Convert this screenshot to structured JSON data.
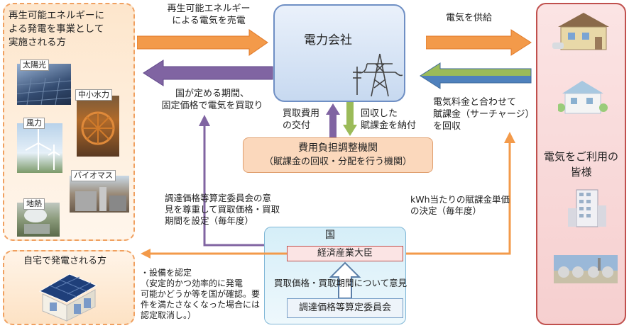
{
  "left_top": {
    "title": [
      "再生可能エネルギーに",
      "よる発電を事業として",
      "実施される方"
    ],
    "photos": {
      "solar": "太陽光",
      "hydro": "中小水力",
      "wind": "風力",
      "biomass": "バイオマス",
      "geothermal": "地熱"
    }
  },
  "left_bottom": {
    "title": "自宅で発電される方"
  },
  "power_company": {
    "title": "電力会社"
  },
  "arrows": {
    "sell_label": [
      "再生可能エネルギー",
      "による電気を売電"
    ],
    "buy_label": [
      "国が定める期間、",
      "固定価格で電気を買取り"
    ],
    "supply_label": "電気を供給",
    "surcharge_label": [
      "電気料金と合わせて",
      "賦課金（サーチャージ）",
      "を回収"
    ],
    "pay_cost_label": [
      "買取費用",
      "の交付"
    ],
    "collect_label": [
      "回収した",
      "賦課金を納付"
    ],
    "set_price_label": [
      "調達価格等算定委員会の意",
      "見を尊重して買取価格・買取",
      "期間を設定（毎年度）"
    ],
    "unit_price_label": [
      "kWh当たりの賦課金単価",
      "の決定（毎年度）"
    ],
    "certify_label": [
      "・設備を認定",
      "（安定的かつ効率的に発電",
      "可能かどうか等を国が確認。要",
      "件を満たさなくなった場合には",
      "認定取消し。）"
    ]
  },
  "adjust_org": {
    "title": "費用負担調整機関",
    "subtitle": "（賦課金の回収・分配を行う機関）"
  },
  "nation": {
    "title": "国",
    "meti": "経済産業大臣",
    "opinion": "買取価格・買取期間について意見",
    "committee": "調達価格等算定委員会"
  },
  "customers": {
    "title": [
      "電気をご利用の",
      "皆様"
    ]
  },
  "colors": {
    "orange_arrow": "#f39a4a",
    "purple_arrow": "#8064a2",
    "green_arrow": "#9bbb59",
    "blue_arrow": "#4f81bd"
  }
}
